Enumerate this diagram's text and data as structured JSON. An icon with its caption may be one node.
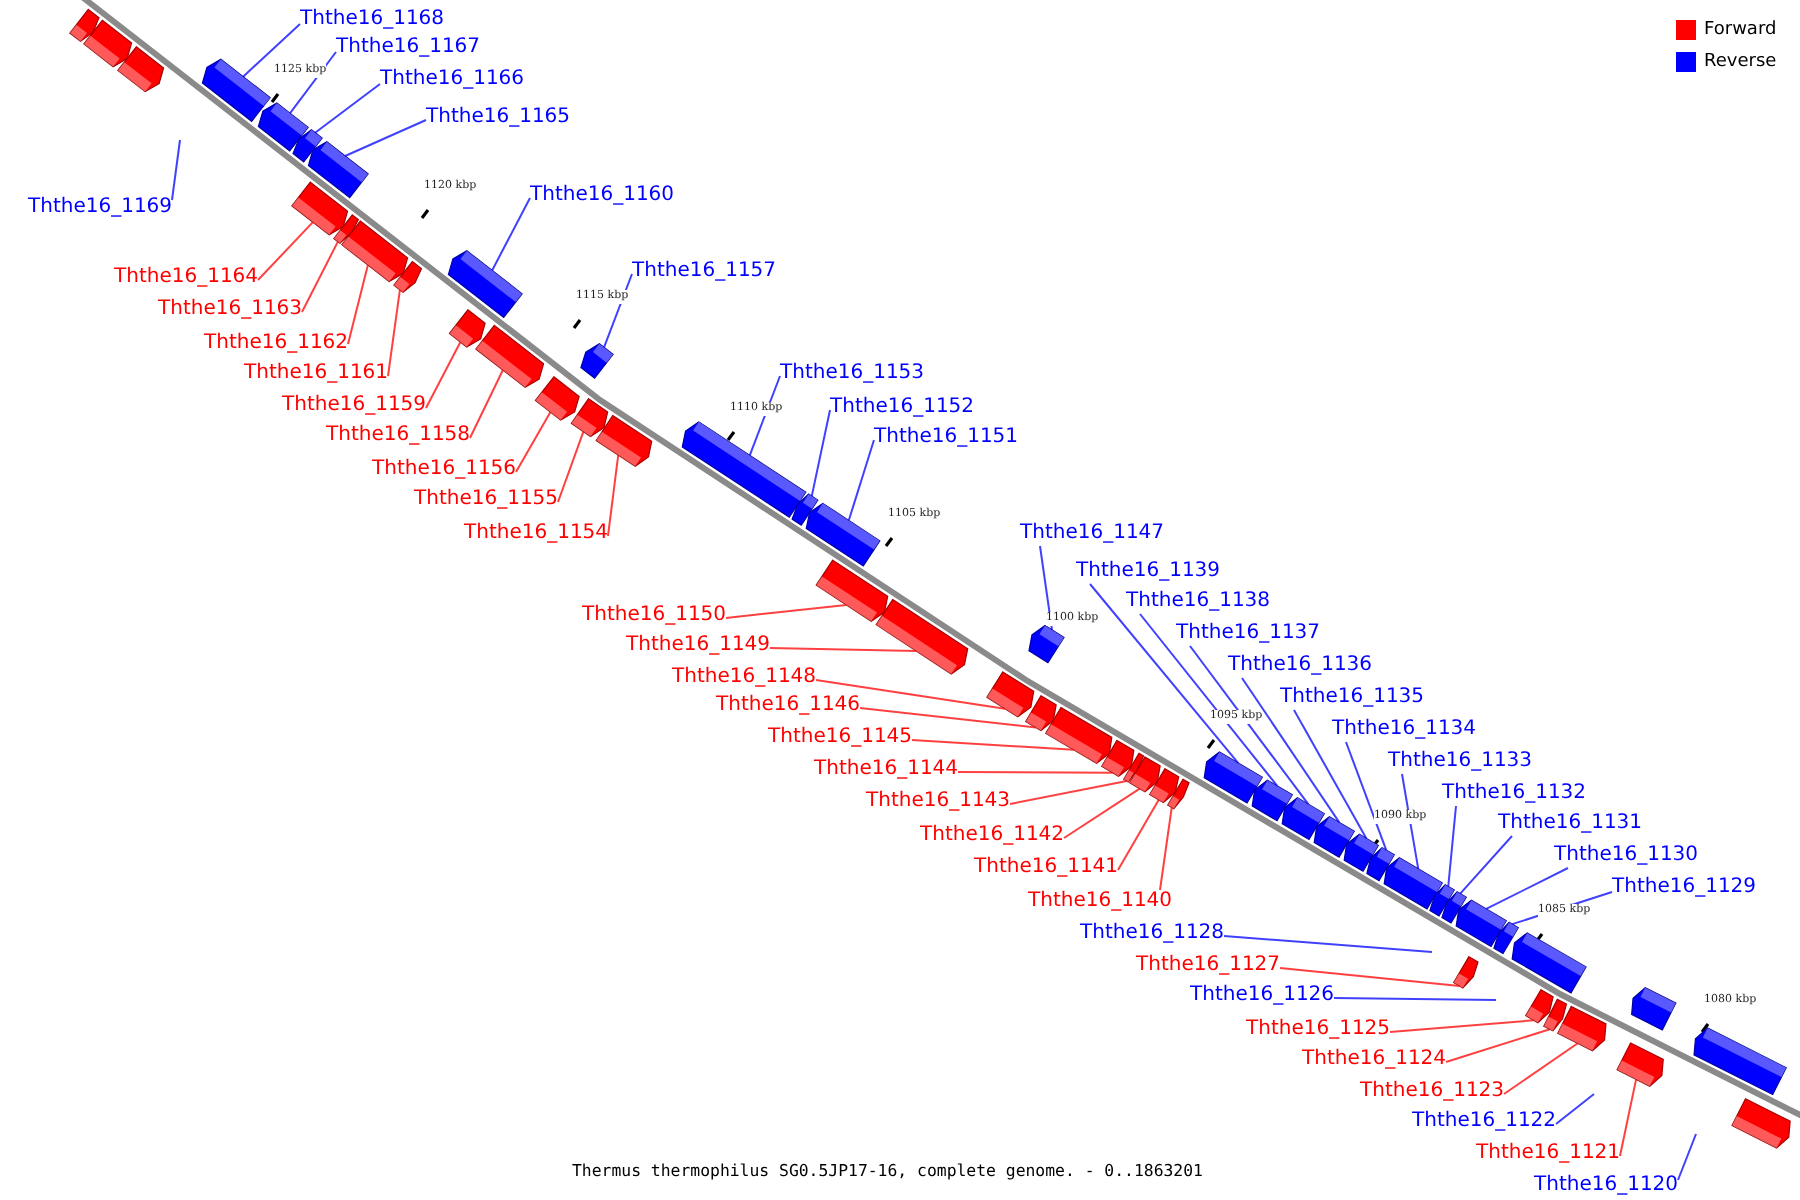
{
  "diagram": {
    "caption": "Thermus thermophilus SG0.5JP17-16, complete genome. - 0..1863201",
    "nodes": [
      {
        "text": [
          "Ththe16_1168"
        ]
      },
      {
        "text": [
          "Ththe16_1167"
        ]
      },
      {
        "text": [
          "Ththe16_1166"
        ]
      },
      {
        "text": [
          "Ththe16_1165"
        ]
      },
      {
        "text": [
          "Ththe16_1160"
        ]
      },
      {
        "text": [
          "Ththe16_1169"
        ]
      },
      {
        "text": [
          "Ththe16_1157"
        ]
      },
      {
        "text": [
          "Ththe16_1164"
        ]
      },
      {
        "text": [
          "Ththe16_1163"
        ]
      },
      {
        "text": [
          "Ththe16_1162"
        ]
      },
      {
        "text": [
          "Ththe16_1161"
        ]
      },
      {
        "text": [
          "Ththe16_1153"
        ]
      },
      {
        "text": [
          "Ththe16_1159"
        ]
      },
      {
        "text": [
          "Ththe16_1152"
        ]
      },
      {
        "text": [
          "Ththe16_1158"
        ]
      },
      {
        "text": [
          "Ththe16_1151"
        ]
      },
      {
        "text": [
          "Ththe16_1156"
        ]
      },
      {
        "text": [
          "Ththe16_1155"
        ]
      },
      {
        "text": [
          "Ththe16_1154"
        ]
      },
      {
        "text": [
          "Ththe16_1147"
        ]
      },
      {
        "text": [
          "Ththe16_1139"
        ]
      },
      {
        "text": [
          "Ththe16_1138"
        ]
      },
      {
        "text": [
          "Ththe16_1150"
        ]
      },
      {
        "text": [
          "Ththe16_1137"
        ]
      },
      {
        "text": [
          "Ththe16_1149"
        ]
      },
      {
        "text": [
          "Ththe16_1136"
        ]
      },
      {
        "text": [
          "Ththe16_1148"
        ]
      },
      {
        "text": [
          "Ththe16_1135"
        ]
      },
      {
        "text": [
          "Ththe16_1146"
        ]
      },
      {
        "text": [
          "Ththe16_1134"
        ]
      },
      {
        "text": [
          "Ththe16_1145"
        ]
      },
      {
        "text": [
          "Ththe16_1133"
        ]
      },
      {
        "text": [
          "Ththe16_1144"
        ]
      },
      {
        "text": [
          "Ththe16_1132"
        ]
      },
      {
        "text": [
          "Ththe16_1143"
        ]
      },
      {
        "text": [
          "Ththe16_1131"
        ]
      },
      {
        "text": [
          "Ththe16_1142"
        ]
      },
      {
        "text": [
          "Ththe16_1130"
        ]
      },
      {
        "text": [
          "Ththe16_1141"
        ]
      },
      {
        "text": [
          "Ththe16_1129"
        ]
      },
      {
        "text": [
          "Ththe16_1140"
        ]
      },
      {
        "text": [
          "Ththe16_1128"
        ]
      },
      {
        "text": [
          "Ththe16_1127"
        ]
      },
      {
        "text": [
          "Ththe16_1126"
        ]
      },
      {
        "text": [
          "Ththe16_1125"
        ]
      },
      {
        "text": [
          "Ththe16_1124"
        ]
      },
      {
        "text": [
          "Ththe16_1123"
        ]
      },
      {
        "text": [
          "Ththe16_1122"
        ]
      },
      {
        "text": [
          "Ththe16_1121"
        ]
      },
      {
        "text": [
          "Ththe16_1120"
        ]
      },
      {
        "text": [],
        "shape": "box"
      },
      {
        "text": [],
        "shape": "box"
      },
      {
        "text": [],
        "shape": "box"
      },
      {
        "text": [],
        "shape": "box"
      },
      {
        "text": [],
        "shape": "box"
      },
      {
        "text": [],
        "shape": "box"
      },
      {
        "text": [],
        "shape": "box"
      },
      {
        "text": [],
        "shape": "box"
      },
      {
        "text": [],
        "shape": "box"
      },
      {
        "text": [],
        "shape": "box"
      },
      {
        "text": [],
        "shape": "box"
      },
      {
        "text": [],
        "shape": "box"
      },
      {
        "text": [],
        "shape": "box"
      },
      {
        "text": [],
        "shape": "box"
      },
      {
        "text": [],
        "shape": "box"
      },
      {
        "text": [],
        "shape": "box"
      },
      {
        "text": [],
        "shape": "box"
      },
      {
        "text": [],
        "shape": "box"
      },
      {
        "text": [],
        "shape": "box"
      },
      {
        "text": [],
        "shape": "box"
      },
      {
        "text": [],
        "shape": "box"
      },
      {
        "text": [],
        "shape": "box"
      },
      {
        "text": [],
        "shape": "box"
      },
      {
        "text": [],
        "shape": "box"
      },
      {
        "text": [],
        "shape": "box"
      },
      {
        "text": [],
        "shape": "box"
      },
      {
        "text": [],
        "shape": "box"
      },
      {
        "text": [],
        "shape": "box"
      },
      {
        "text": [],
        "shape": "box"
      },
      {
        "text": [],
        "shape": "box"
      },
      {
        "text": [],
        "shape": "box"
      },
      {
        "text": [],
        "shape": "box"
      },
      {
        "text": [],
        "shape": "box"
      },
      {
        "text": [],
        "shape": "box"
      },
      {
        "text": [],
        "shape": "box"
      },
      {
        "text": [],
        "shape": "box"
      },
      {
        "text": [],
        "shape": "box"
      },
      {
        "text": [],
        "shape": "box"
      },
      {
        "text": [],
        "shape": "box"
      },
      {
        "text": [],
        "shape": "box"
      },
      {
        "text": [],
        "shape": "box"
      },
      {
        "text": [],
        "shape": "box"
      },
      {
        "text": [],
        "shape": "box"
      },
      {
        "text": [],
        "shape": "box"
      },
      {
        "text": [],
        "shape": "box"
      },
      {
        "text": [],
        "shape": "box"
      },
      {
        "text": [],
        "shape": "box"
      },
      {
        "text": [],
        "shape": "box"
      },
      {
        "text": [],
        "shape": "box"
      },
      {
        "text": [],
        "shape": "box"
      },
      {
        "text": [],
        "shape": "box"
      },
      {
        "text": [],
        "shape": "box"
      }
    ],
    "edges": [
      {
        "from": 0,
        "to": 53,
        "arrow": "none"
      },
      {
        "from": 1,
        "to": 54,
        "arrow": "none"
      },
      {
        "from": 2,
        "to": 55,
        "arrow": "none"
      },
      {
        "from": 3,
        "to": 56,
        "arrow": "none"
      },
      {
        "from": 4,
        "to": 61,
        "arrow": "none"
      },
      {
        "from": 5,
        "to": null,
        "arrow": "none"
      },
      {
        "from": 6,
        "to": 65,
        "arrow": "none"
      },
      {
        "from": 7,
        "to": 57,
        "arrow": "none",
        "color": "#ff0000"
      },
      {
        "from": 8,
        "to": 58,
        "arrow": "none",
        "color": "#ff0000"
      },
      {
        "from": 9,
        "to": 59,
        "arrow": "none",
        "color": "#ff0000"
      },
      {
        "from": 10,
        "to": 60,
        "arrow": "none",
        "color": "#ff0000"
      },
      {
        "from": 11,
        "to": 68,
        "arrow": "none"
      },
      {
        "from": 12,
        "to": 62,
        "arrow": "none",
        "color": "#ff0000"
      },
      {
        "from": 13,
        "to": 69,
        "arrow": "none"
      },
      {
        "from": 14,
        "to": 63,
        "arrow": "none",
        "color": "#ff0000"
      },
      {
        "from": 15,
        "to": 70,
        "arrow": "none"
      },
      {
        "from": 16,
        "to": 64,
        "arrow": "none",
        "color": "#ff0000"
      },
      {
        "from": 17,
        "to": 66,
        "arrow": "none",
        "color": "#ff0000"
      },
      {
        "from": 18,
        "to": 67,
        "arrow": "none",
        "color": "#ff0000"
      },
      {
        "from": 19,
        "to": 74,
        "arrow": "none"
      },
      {
        "from": 20,
        "to": 82,
        "arrow": "none"
      },
      {
        "from": 21,
        "to": 83,
        "arrow": "none"
      },
      {
        "from": 22,
        "to": 71,
        "arrow": "none",
        "color": "#ff0000"
      },
      {
        "from": 23,
        "to": 84,
        "arrow": "none"
      },
      {
        "from": 24,
        "to": 72,
        "arrow": "none",
        "color": "#ff0000"
      },
      {
        "from": 25,
        "to": 85,
        "arrow": "none"
      },
      {
        "from": 26,
        "to": 73,
        "arrow": "none",
        "color": "#ff0000"
      },
      {
        "from": 27,
        "to": 86,
        "arrow": "none"
      },
      {
        "from": 28,
        "to": 75,
        "arrow": "none",
        "color": "#ff0000"
      },
      {
        "from": 29,
        "to": 87,
        "arrow": "none"
      },
      {
        "from": 30,
        "to": 76,
        "arrow": "none",
        "color": "#ff0000"
      },
      {
        "from": 31,
        "to": 88,
        "arrow": "none"
      },
      {
        "from": 32,
        "to": 77,
        "arrow": "none",
        "color": "#ff0000"
      },
      {
        "from": 33,
        "to": 89,
        "arrow": "none"
      },
      {
        "from": 34,
        "to": 78,
        "arrow": "none",
        "color": "#ff0000"
      },
      {
        "from": 35,
        "to": 90,
        "arrow": "none"
      },
      {
        "from": 36,
        "to": 79,
        "arrow": "none",
        "color": "#ff0000"
      },
      {
        "from": 37,
        "to": 91,
        "arrow": "none"
      },
      {
        "from": 38,
        "to": 80,
        "arrow": "none",
        "color": "#ff0000"
      },
      {
        "from": 39,
        "to": 93,
        "arrow": "none"
      },
      {
        "from": 40,
        "to": 81,
        "arrow": "none",
        "color": "#ff0000"
      },
      {
        "from": 41,
        "to": null,
        "arrow": "none"
      },
      {
        "from": 42,
        "to": 92,
        "arrow": "none",
        "color": "#ff0000"
      },
      {
        "from": 43,
        "to": null,
        "arrow": "none"
      },
      {
        "from": 44,
        "to": 95,
        "arrow": "none",
        "color": "#ff0000"
      },
      {
        "from": 45,
        "to": 96,
        "arrow": "none",
        "color": "#ff0000"
      },
      {
        "from": 46,
        "to": 97,
        "arrow": "none",
        "color": "#ff0000"
      },
      {
        "from": 47,
        "to": null,
        "arrow": "none"
      },
      {
        "from": 48,
        "to": 99,
        "arrow": "none",
        "color": "#ff0000"
      },
      {
        "from": 49,
        "to": null,
        "arrow": "none"
      }
    ],
    "labels": [
      "1125 kbp",
      "1120 kbp",
      "1115 kbp",
      "1110 kbp",
      "1105 kbp",
      "1100 kbp",
      "1095 kbp",
      "1090 kbp",
      "1085 kbp",
      "1080 kbp"
    ],
    "legend": [
      {
        "text": "Forward",
        "color": "#ff0000"
      },
      {
        "text": "Reverse",
        "color": "#0000ff"
      }
    ]
  }
}
